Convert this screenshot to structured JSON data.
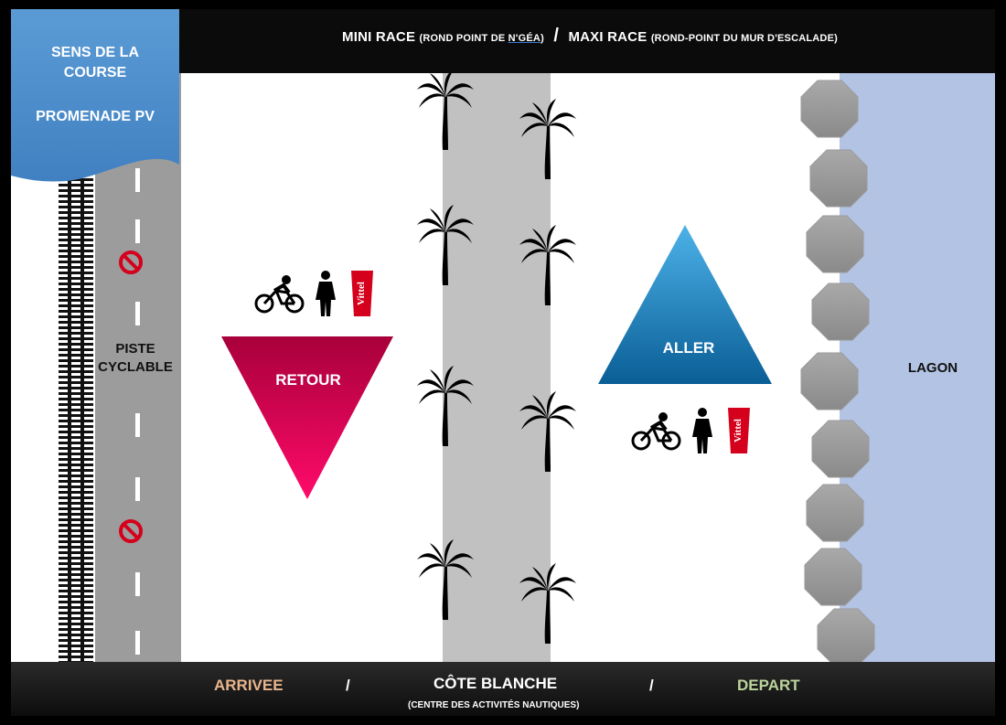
{
  "header": {
    "mini_race": "MINI RACE",
    "mini_race_place": "(ROND POINT DE N'GÉA)",
    "separator": "/",
    "maxi_race": "MAXI RACE",
    "maxi_race_place": "(ROND-POINT  DU MUR D'ESCALADE)"
  },
  "badge": {
    "line1": "SENS DE LA",
    "line2": "COURSE",
    "line3": "PROMENADE PV"
  },
  "road": {
    "label_line1": "PISTE",
    "label_line2": "CYCLABLE"
  },
  "retour": {
    "label": "RETOUR",
    "color_top": "#a8003a",
    "color_bottom": "#ff0a6a"
  },
  "aller": {
    "label": "ALLER",
    "color_top": "#4cb2e8",
    "color_bottom": "#0a5e96"
  },
  "lagon": {
    "label": "LAGON"
  },
  "vittel_text": "Vittel",
  "footer": {
    "arrivee": "ARRIVEE",
    "cote_blanche": "CÔTE BLANCHE",
    "cote_blanche_sub": "(CENTRE DES ACTIVITÉS NAUTIQUES)",
    "depart": "DEPART",
    "separator": "/"
  },
  "colors": {
    "arrivee": "#e9b58c",
    "depart": "#bcd49c",
    "no_entry": "#d5001c"
  }
}
